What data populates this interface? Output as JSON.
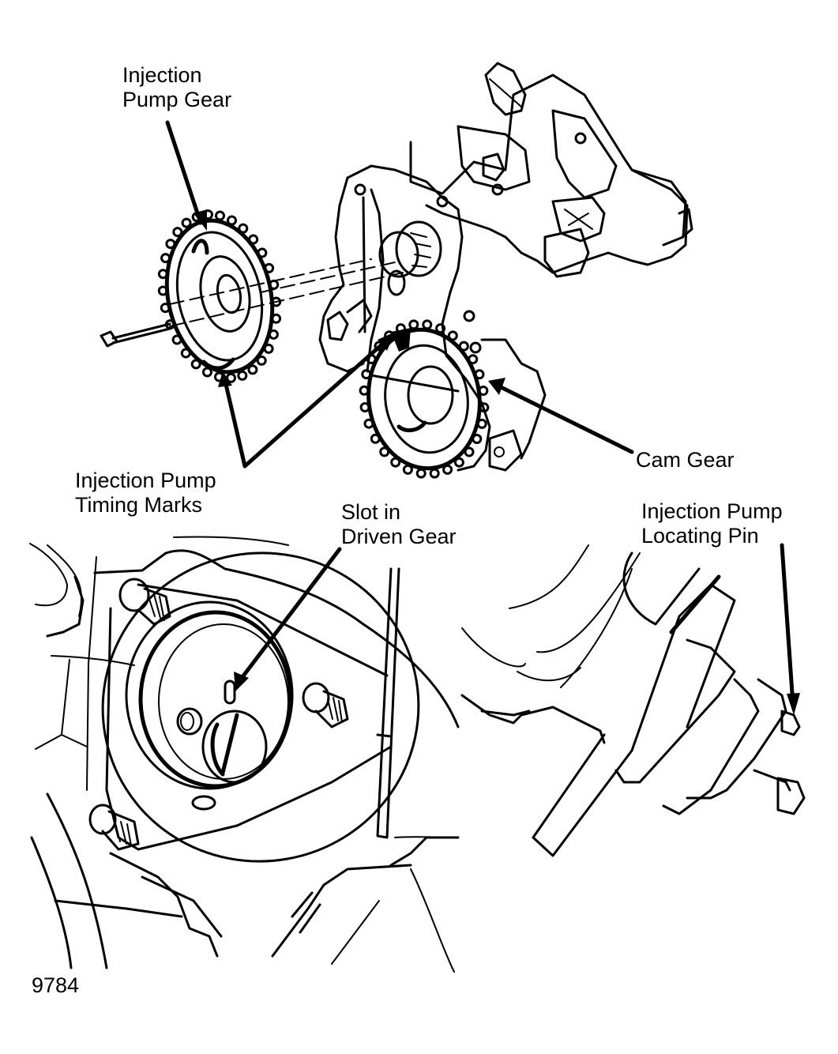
{
  "figure": {
    "id_number": "9784",
    "background_color": "#ffffff",
    "ink_color": "#000000"
  },
  "labels": {
    "injection_pump_gear": [
      "Injection",
      "Pump Gear"
    ],
    "timing_marks": [
      "Injection Pump",
      "Timing Marks"
    ],
    "cam_gear": [
      "Cam Gear"
    ],
    "slot_in_driven_gear": [
      "Slot in",
      "Driven Gear"
    ],
    "locating_pin": [
      "Injection Pump",
      "Locating Pin"
    ]
  }
}
